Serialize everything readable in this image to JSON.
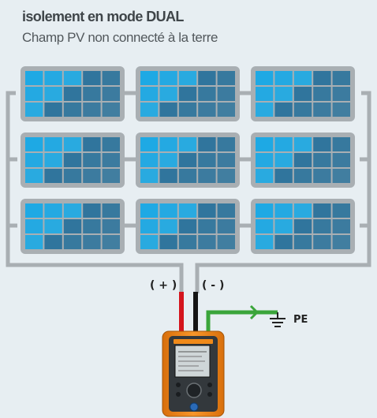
{
  "header": {
    "title": "isolement en mode DUAL",
    "subtitle": "Champ PV non connecté à la terre"
  },
  "array": {
    "rows": 3,
    "columns": 3,
    "cell_rows": 3,
    "cell_columns": 5
  },
  "labels": {
    "positive": "( + )",
    "negative": "( - )",
    "earth": "PE"
  },
  "device": {
    "screen_text": ""
  },
  "colors": {
    "frame": "#a9afb3",
    "cell_light": "#1ea9e4",
    "cell_dark": "#1f6d9a",
    "positive_wire": "#d4141c",
    "negative_wire": "#141414",
    "earth_wire": "#3aa53a",
    "device_body": "#f08a1a"
  }
}
